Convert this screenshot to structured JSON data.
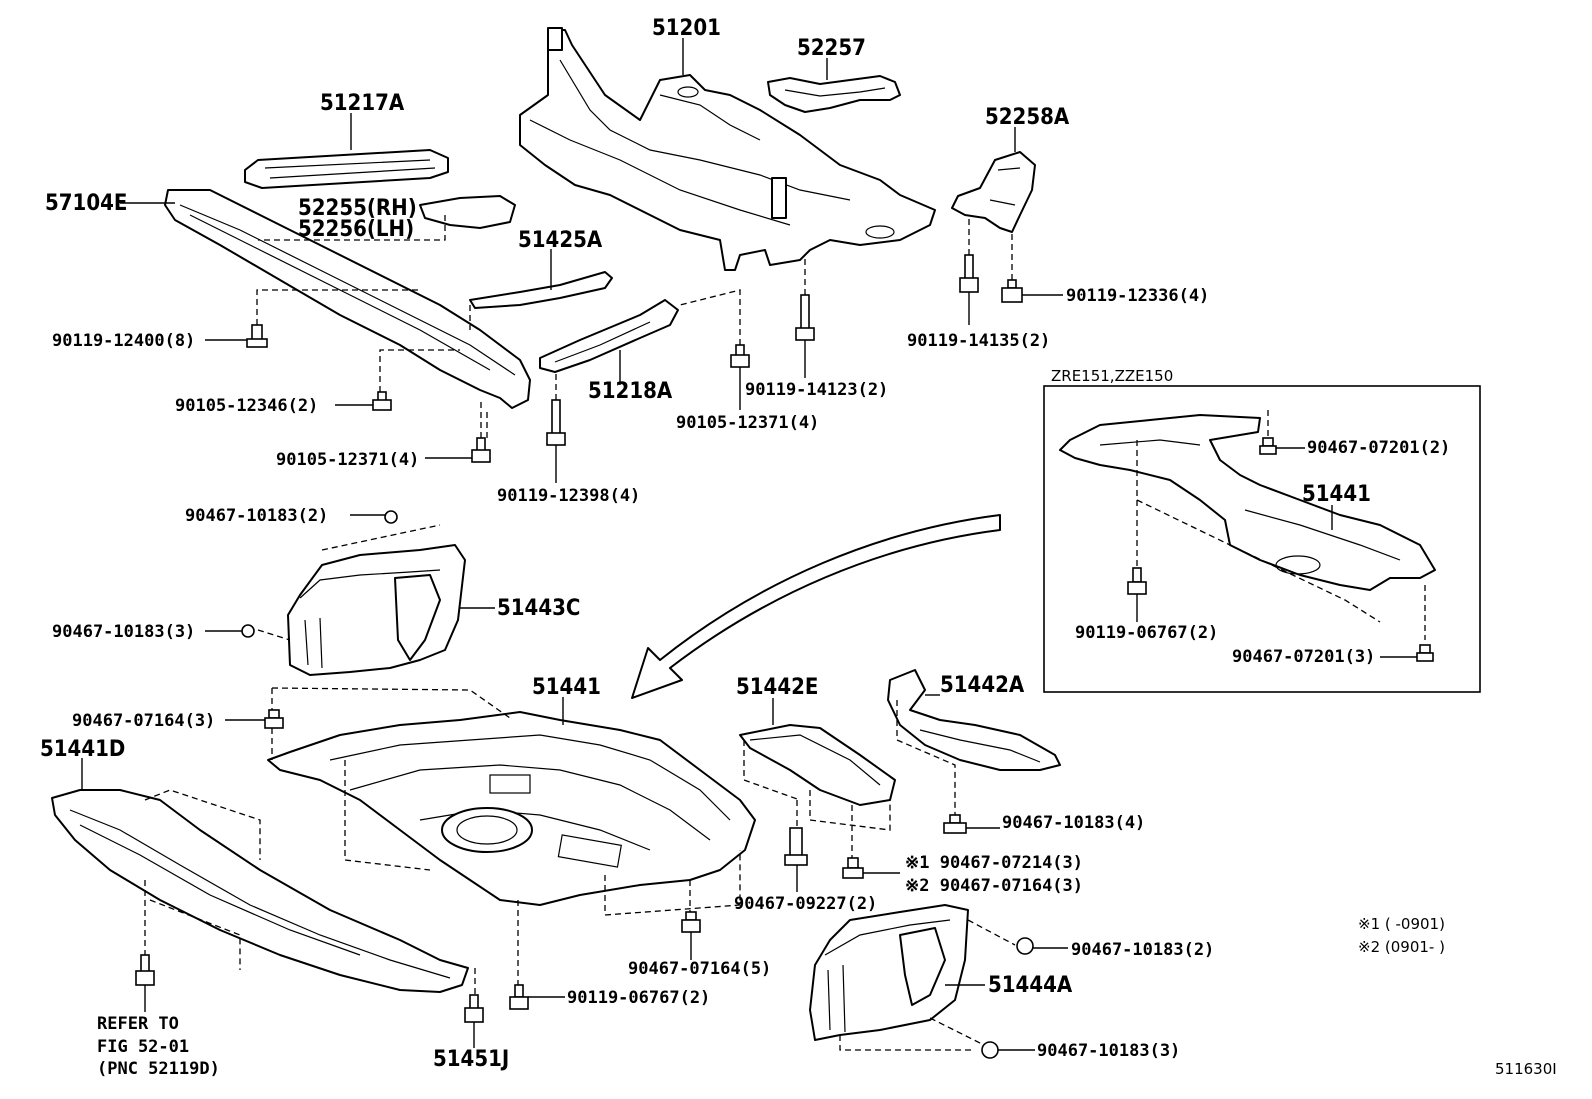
{
  "labels": {
    "p51201": "51201",
    "p52257": "52257",
    "p51217A": "51217A",
    "p52258A": "52258A",
    "p57104E": "57104E",
    "p52255": "52255(RH)",
    "p52256": "52256(LH)",
    "p51425A": "51425A",
    "f90119_12336": "90119-12336(4)",
    "f90119_12400": "90119-12400(8)",
    "f90119_14135": "90119-14135(2)",
    "p51218A": "51218A",
    "f90119_14123": "90119-14123(2)",
    "f90105_12346": "90105-12346(2)",
    "f90105_12371a": "90105-12371(4)",
    "f90105_12371b": "90105-12371(4)",
    "f90119_12398": "90119-12398(4)",
    "inset_title": "ZRE151,ZZE150",
    "f90467_07201a": "90467-07201(2)",
    "inset_51441": "51441",
    "f90119_06767_inset": "90119-06767(2)",
    "f90467_07201b": "90467-07201(3)",
    "f90467_10183_2": "90467-10183(2)",
    "p51443C": "51443C",
    "f90467_10183_3": "90467-10183(3)",
    "p51441": "51441",
    "p51442E": "51442E",
    "p51442A": "51442A",
    "f90467_07164_3": "90467-07164(3)",
    "p51441D": "51441D",
    "f90467_10183_4": "90467-10183(4)",
    "f90467_07214": "※1 90467-07214(3)",
    "f90467_07164_3b": "※2 90467-07164(3)",
    "f90467_09227": "90467-09227(2)",
    "note1": "※1 (    -0901)",
    "note2": "※2 (0901-    )",
    "f90467_10183_2b": "90467-10183(2)",
    "f90467_07164_5": "90467-07164(5)",
    "p51444A": "51444A",
    "f90119_06767": "90119-06767(2)",
    "refer1": "REFER TO",
    "refer2": "FIG 52-01",
    "refer3": "(PNC 52119D)",
    "p51451J": "51451J",
    "f90467_10183_3b": "90467-10183(3)",
    "fig_id": "511630I"
  }
}
